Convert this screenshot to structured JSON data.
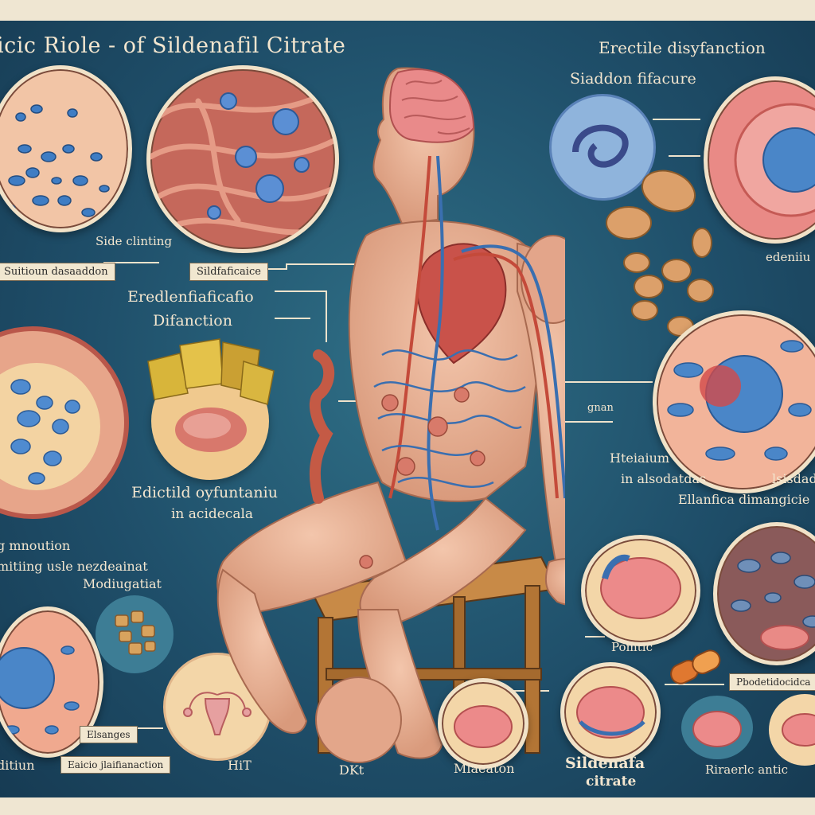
{
  "title": "icic Riole - of Sildenafil Citrate",
  "header_right": "Erectile disyfanction",
  "subheader_right": "Siaddon fifacure",
  "labels": {
    "side_clinting": "Side clinting",
    "label_left_box": "Suitioun dasaaddon",
    "label_mid_box": "Sildfaficaice",
    "eredlenfia_1": "Eredlenfiaficafio",
    "eredlenfia_2": "Difanction",
    "edictild_1": "Edictild oyfuntaniu",
    "edictild_2": "in acidecala",
    "left_mid_1": "g mnoution",
    "left_mid_2": "mitiing usle nezdeainat",
    "left_mid_3": "Modiugatiat",
    "elsanges": "Elsanges",
    "bottom_left_box": "Eaicio jlaifianaction",
    "bottom_left_word": "ditiun",
    "hit": "HiT",
    "dkt": "DKt",
    "mlaeaton": "Mlaeaton",
    "sildenafa_1": "Sildenafa",
    "sildenafa_2": "citrate",
    "pomtic": "Pomtic",
    "bottom_right_word": "Riraerlc antic",
    "bottom_right_box": "Pbodetidocidca",
    "edenium": "edeniiu",
    "gnan": "gnan",
    "hteiaium_1": "Hteiaium",
    "hteiaium_2": "in alsodatdas",
    "lsisdadd": "lsisdadd",
    "ellanfica": "Ellanfica dimangicie"
  },
  "colors": {
    "background": "#1f4f6a",
    "cream": "#f1e7d0",
    "skin": "#e8b59b",
    "vessel_red": "#c44a3a",
    "vessel_blue": "#3a6fb0",
    "cell_blue": "#4a86c8",
    "tissue_pink": "#e98a86",
    "pill_tan": "#d89a5a"
  }
}
